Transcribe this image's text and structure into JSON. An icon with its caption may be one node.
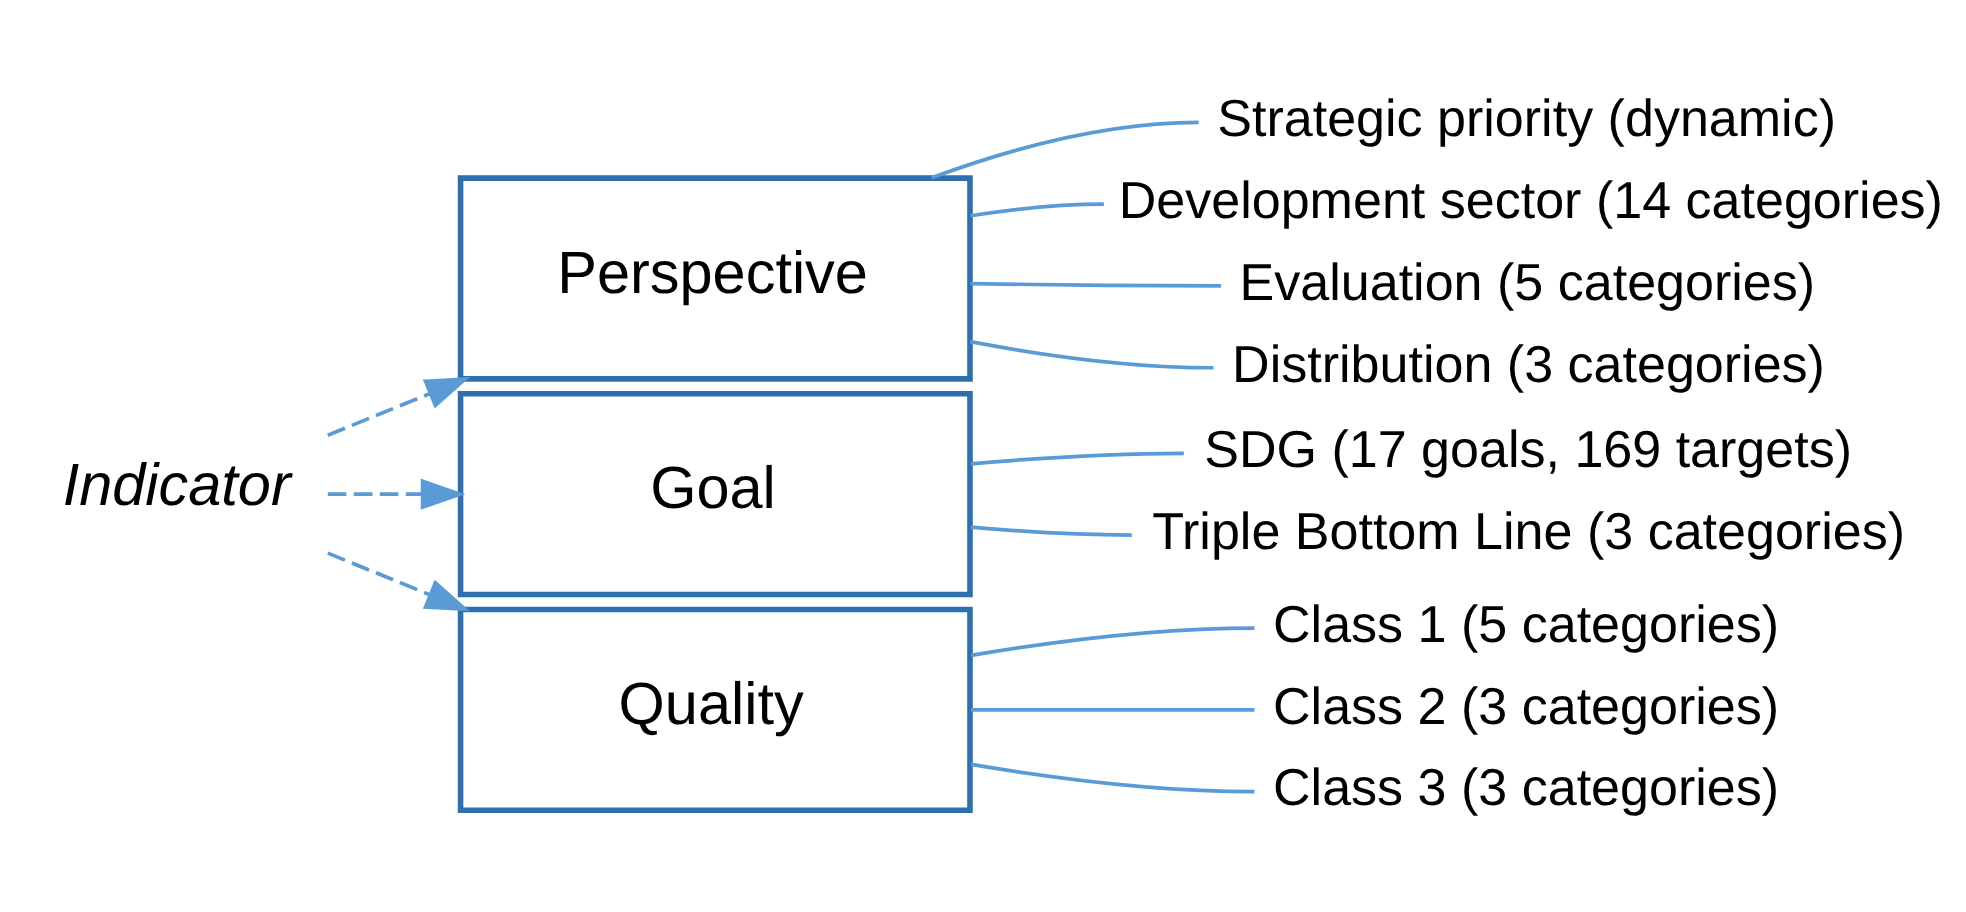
{
  "diagram": {
    "nodes": [
      {
        "text": [
          "Indicator"
        ]
      },
      {
        "text": [
          "Perspective"
        ]
      },
      {
        "text": [
          "Goal"
        ]
      },
      {
        "text": [
          "Quality"
        ]
      },
      {
        "text": [
          "Strategic priority (dynamic)"
        ]
      },
      {
        "text": [
          "Development sector (14 categories)"
        ]
      },
      {
        "text": [
          "Evaluation (5 categories)"
        ]
      },
      {
        "text": [
          "Distribution (3 categories)"
        ]
      },
      {
        "text": [
          "SDG (17 goals, 169 targets)"
        ]
      },
      {
        "text": [
          "Triple Bottom Line (3 categories)"
        ]
      },
      {
        "text": [
          "Class 1 (5 categories)"
        ]
      },
      {
        "text": [
          "Class 2 (3 categories)"
        ]
      },
      {
        "text": [
          "Class 3 (3 categories)"
        ]
      }
    ],
    "edges": [
      {
        "from": 0,
        "to": 1,
        "arrow": "to",
        "style": "dashed"
      },
      {
        "from": 0,
        "to": 2,
        "arrow": "to",
        "style": "dashed"
      },
      {
        "from": 0,
        "to": 3,
        "arrow": "to",
        "style": "dashed"
      },
      {
        "from": 1,
        "to": 4,
        "arrow": "none"
      },
      {
        "from": 1,
        "to": 5,
        "arrow": "none"
      },
      {
        "from": 1,
        "to": 6,
        "arrow": "none"
      },
      {
        "from": 1,
        "to": 7,
        "arrow": "none"
      },
      {
        "from": 2,
        "to": 8,
        "arrow": "none"
      },
      {
        "from": 2,
        "to": 9,
        "arrow": "none"
      },
      {
        "from": 3,
        "to": 10,
        "arrow": "none"
      },
      {
        "from": 3,
        "to": 11,
        "arrow": "none"
      },
      {
        "from": 3,
        "to": 12,
        "arrow": "none"
      }
    ]
  }
}
